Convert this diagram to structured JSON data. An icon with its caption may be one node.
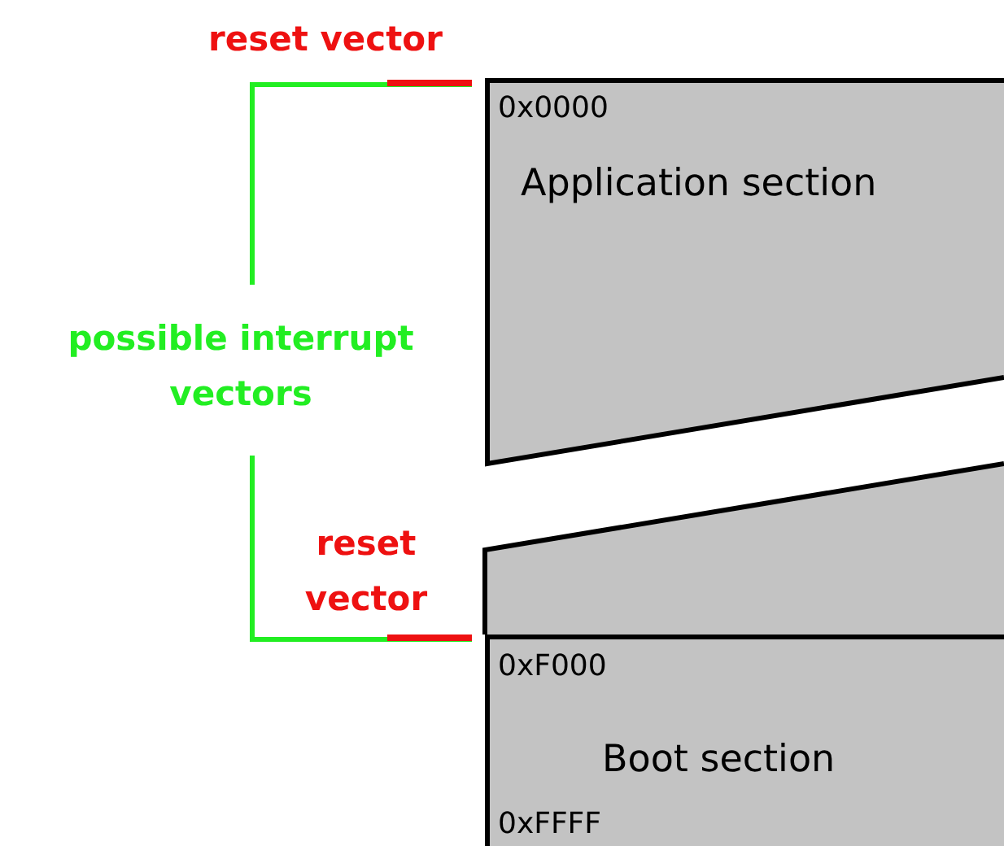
{
  "diagram": {
    "nodes": [
      {
        "text": [
          "0x0000",
          "Application section"
        ]
      },
      {
        "text": [
          "0xF000",
          "Boot section",
          "0xFFFF"
        ]
      }
    ],
    "labels": [
      "reset vector",
      "possible interrupt vectors",
      "reset vector"
    ]
  }
}
